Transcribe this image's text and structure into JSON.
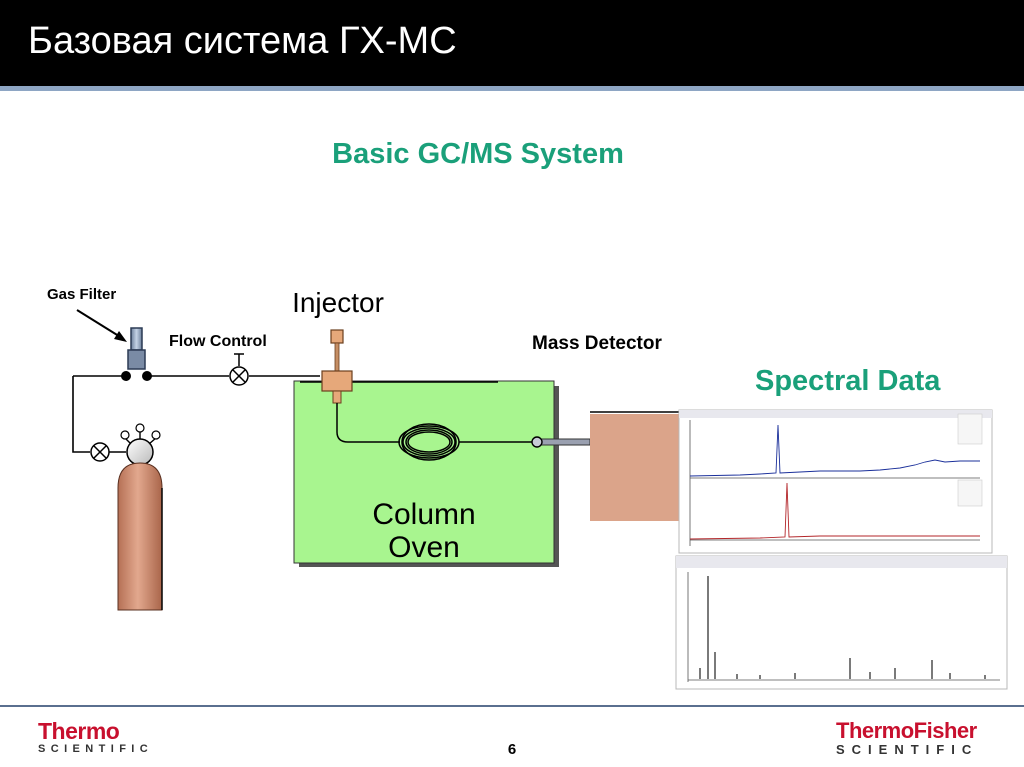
{
  "slide": {
    "title": "Базовая система ГХ-МС",
    "page_number": "6"
  },
  "diagram": {
    "heading": "Basic GC/MS System",
    "labels": {
      "gas_filter": "Gas Filter",
      "flow_control": "Flow Control",
      "injector": "Injector",
      "mass_detector": "Mass Detector",
      "spectral_data": "Spectral Data",
      "column_line1": "Column",
      "column_line2": "Oven"
    },
    "colors": {
      "heading": "#1aa07a",
      "oven_fill": "#a8f58f",
      "cylinder": "#c98a6e",
      "detector": "#dba48a"
    }
  },
  "logos": {
    "left_brand": "Thermo",
    "left_sub": "SCIENTIFIC",
    "right_brand": "ThermoFisher",
    "right_sub": "SCIENTIFIC"
  }
}
